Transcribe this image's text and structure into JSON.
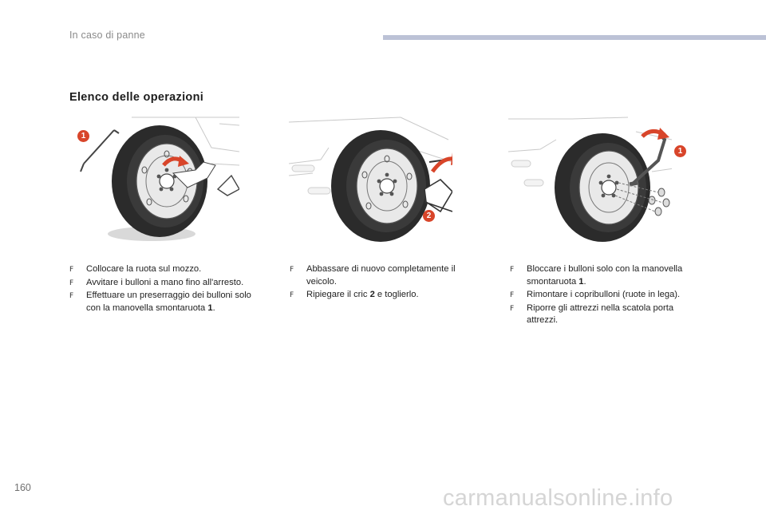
{
  "header": {
    "section_name": "In caso di panne",
    "accent_color": "#bcc2d6"
  },
  "title": "Elenco delle operazioni",
  "callout_color": "#d8452a",
  "figures": [
    {
      "callout_label": "1",
      "callout_icon": "wheel-brace-icon",
      "steps": [
        {
          "bullet": "F",
          "text": "Collocare la ruota sul mozzo."
        },
        {
          "bullet": "F",
          "text": "Avvitare i bulloni a mano fino all'arresto."
        },
        {
          "bullet": "F",
          "text": "Effettuare un preserraggio dei bulloni solo con la manovella smontaruota ",
          "ref": "1",
          "tail": "."
        }
      ]
    },
    {
      "callout_label": "2",
      "callout_icon": "scissor-jack-icon",
      "steps": [
        {
          "bullet": "F",
          "text": "Abbassare di nuovo completamente il veicolo."
        },
        {
          "bullet": "F",
          "text": "Ripiegare il cric ",
          "ref": "2",
          "tail": " e toglierlo."
        }
      ]
    },
    {
      "callout_label": "1",
      "callout_icon": "wheel-brace-icon",
      "steps": [
        {
          "bullet": "F",
          "text": "Bloccare i bulloni solo con la manovella smontaruota ",
          "ref": "1",
          "tail": "."
        },
        {
          "bullet": "F",
          "text": "Rimontare i copribulloni (ruote in lega)."
        },
        {
          "bullet": "F",
          "text": "Riporre gli attrezzi nella scatola porta attrezzi."
        }
      ]
    }
  ],
  "page_number": "160",
  "watermark": "carmanualsonline.info"
}
